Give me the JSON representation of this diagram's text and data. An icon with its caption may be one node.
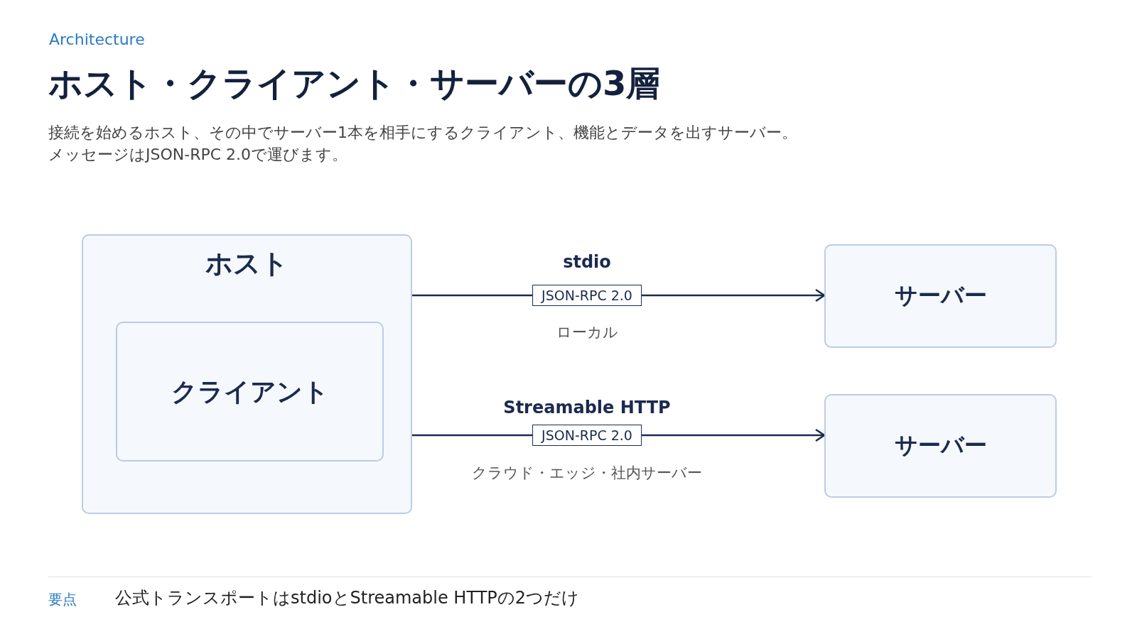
{
  "diagram": {
    "title": "ホスト・クライアント・サーバーの3層",
    "nodes": [
      {
        "text": [
          "ホスト"
        ]
      },
      {
        "text": [
          "クライアント"
        ],
        "in": 0
      },
      {
        "text": [
          "サーバー"
        ]
      },
      {
        "text": [
          "サーバー"
        ]
      }
    ],
    "edges": [
      {
        "from": 0,
        "to": 2,
        "arrow": "to",
        "label": "JSON-RPC 2.0"
      },
      {
        "from": 1,
        "to": 3,
        "arrow": "to",
        "label": "JSON-RPC 2.0"
      }
    ],
    "labels": [
      "Architecture",
      "接続を始めるホスト、その中でサーバー1本を相手にするクライアント、機能とデータを出すサーバー。",
      "メッセージはJSON-RPC 2.0で運びます。",
      "stdio",
      "ローカル",
      "Streamable HTTP",
      "クラウド・エッジ・社内サーバー",
      "要点",
      "公式トランスポートはstdioとStreamable HTTPの2つだけ"
    ]
  }
}
